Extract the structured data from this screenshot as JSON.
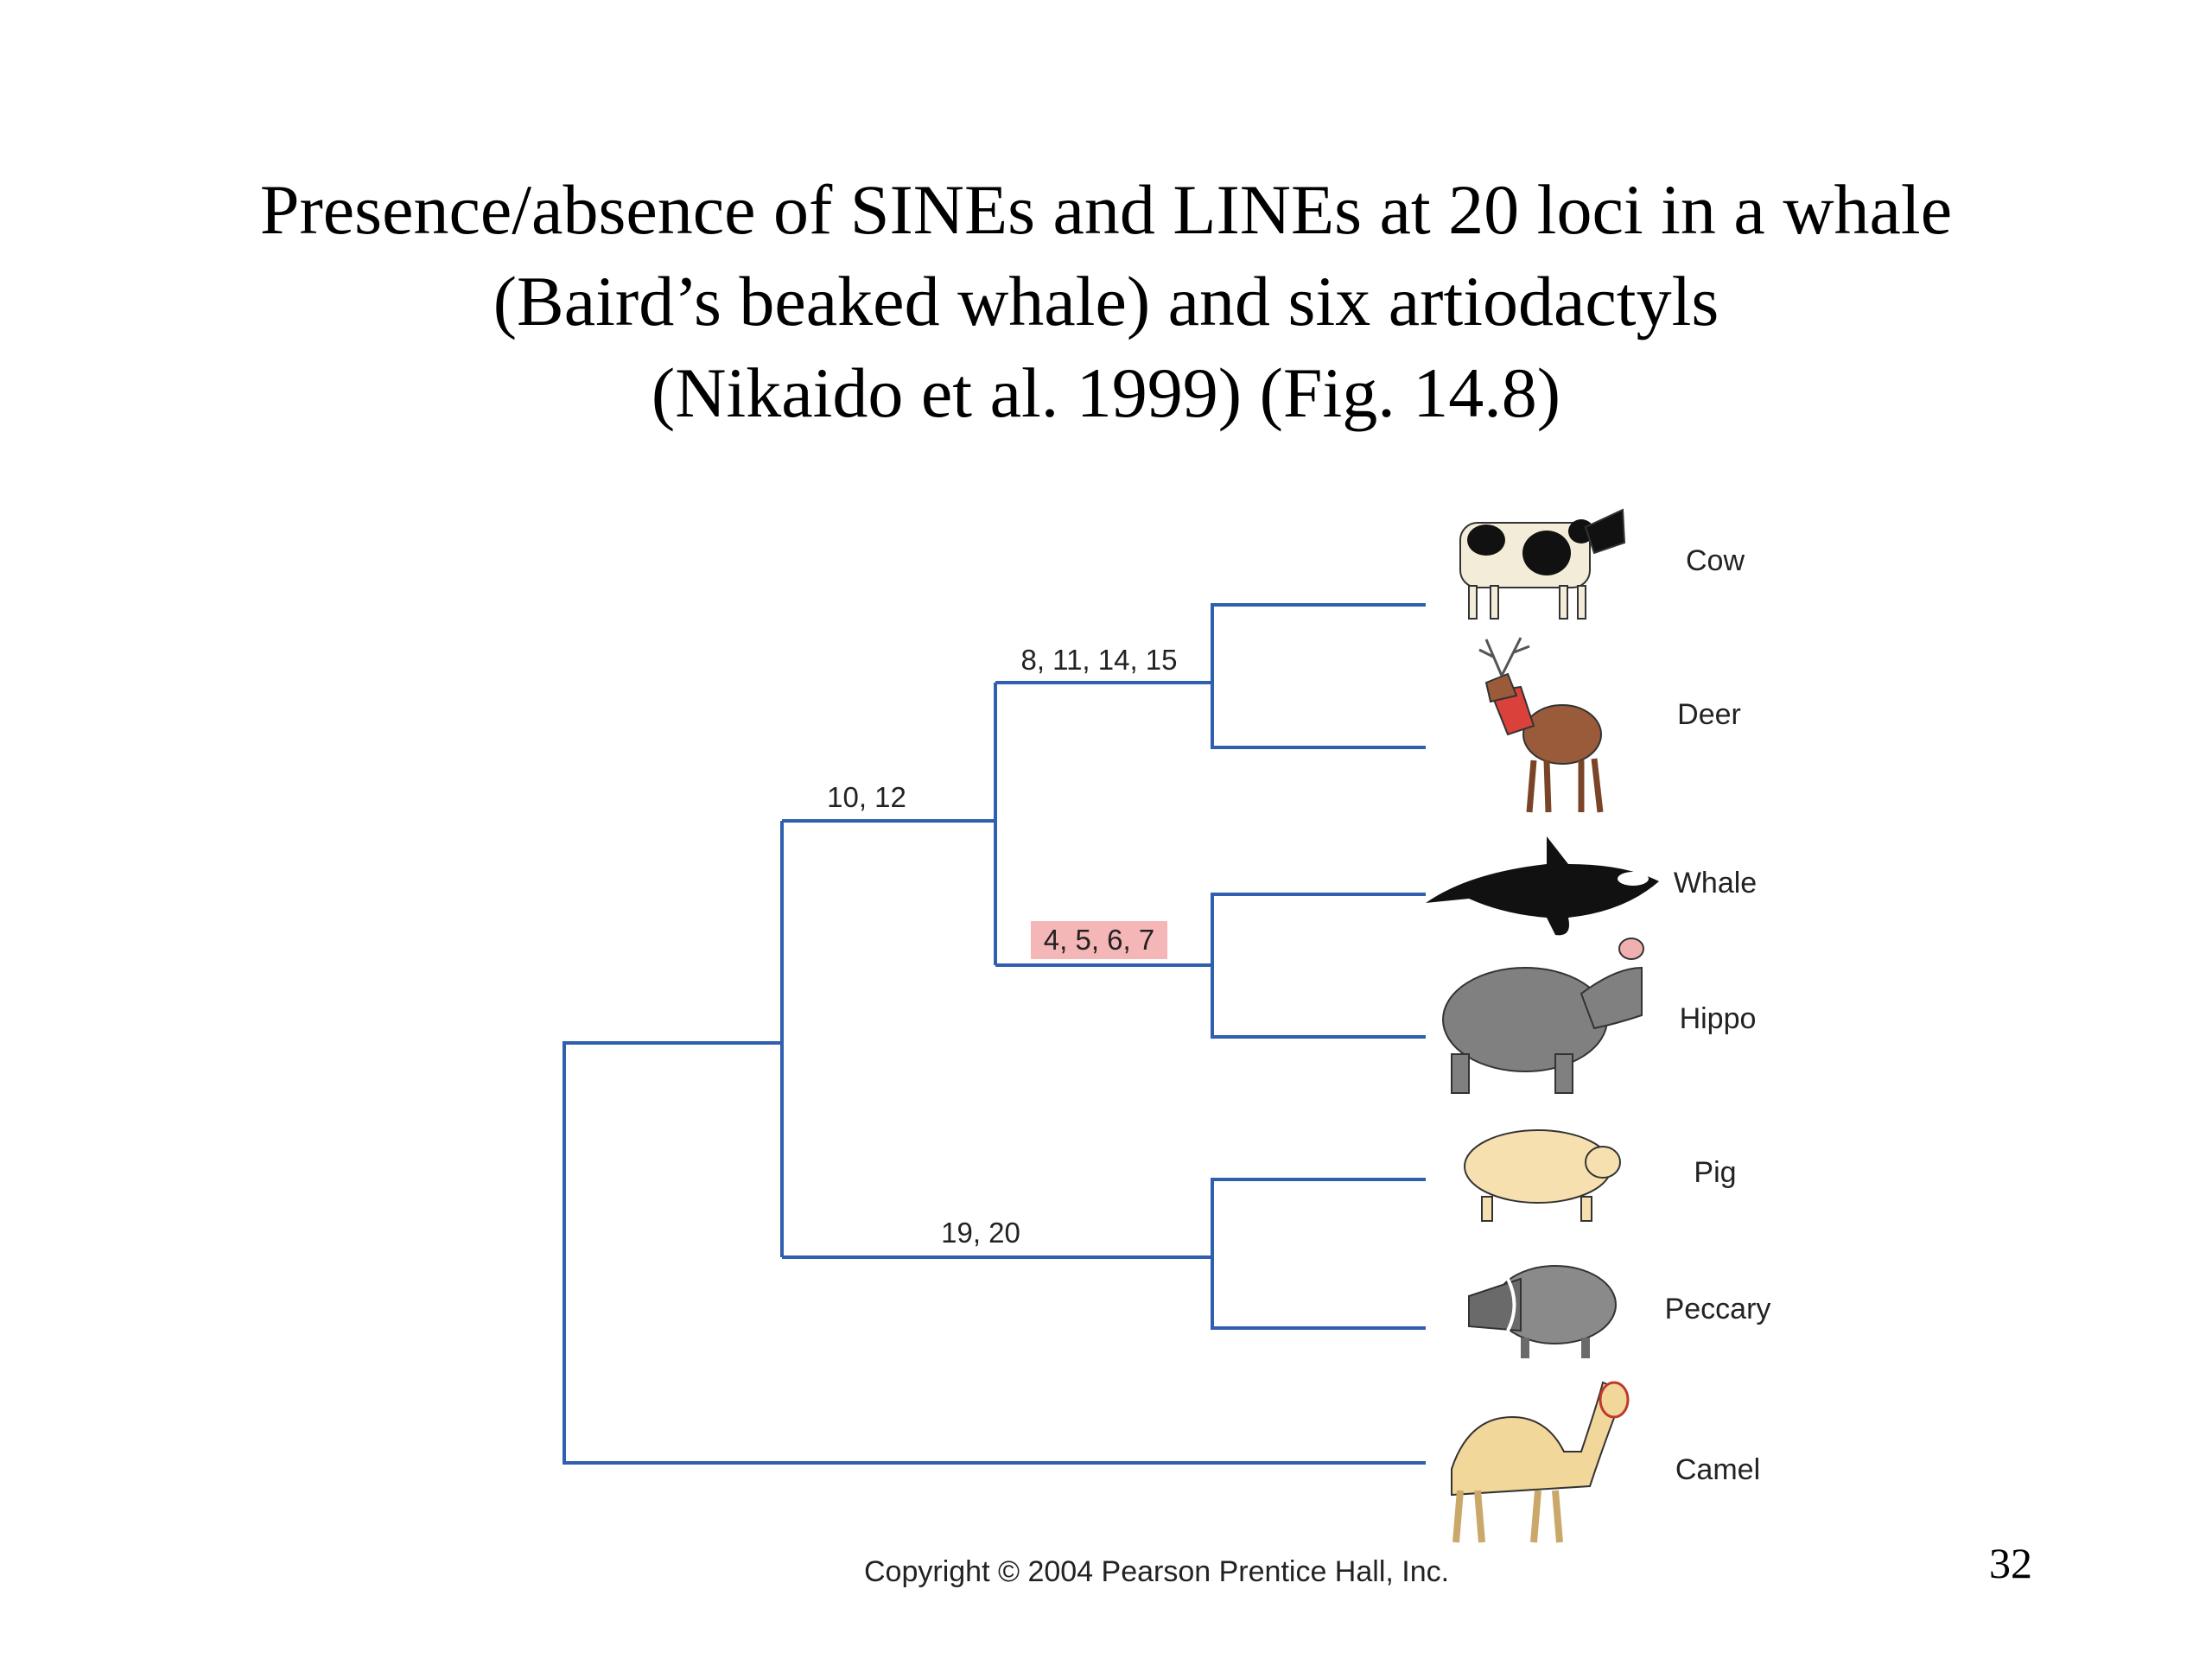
{
  "slide": {
    "title_lines": [
      "Presence/absence of SINEs and LINEs at 20 loci in a whale",
      "(Baird’s beaked whale) and six artiodactyls",
      "(Nikaido et al. 1999) (Fig. 14.8)"
    ],
    "copyright": "Copyright © 2004 Pearson Prentice Hall, Inc.",
    "page_number": "32"
  },
  "tree": {
    "line_color": "#2f5fae",
    "highlight_color": "#f4b6b6",
    "taxa": [
      "Cow",
      "Deer",
      "Whale",
      "Hippo",
      "Pig",
      "Peccary",
      "Camel"
    ],
    "branch_labels": {
      "cow_deer": "8, 11, 14, 15",
      "cetruminantia": "10, 12",
      "whale_hippo": "4, 5, 6, 7",
      "pig_peccary": "19, 20"
    },
    "highlighted_label": "whale_hippo"
  }
}
